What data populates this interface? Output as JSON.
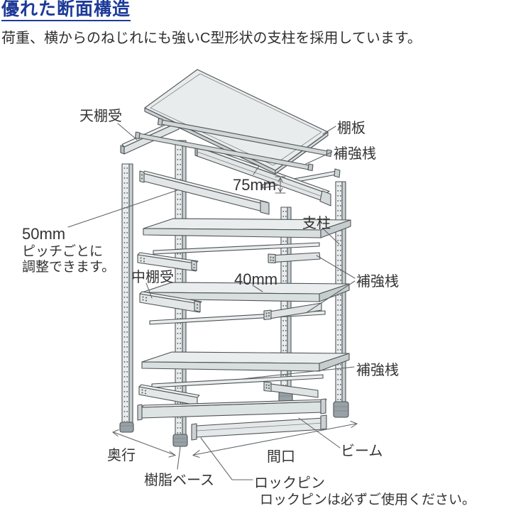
{
  "header": {
    "title": "優れた断面構造",
    "subtitle": "荷重、横からのねじれにも強いC型形状の支柱を採用しています。"
  },
  "colors": {
    "accent_blue": "#1e3a99",
    "label_text": "#333333",
    "outline": "#4e5356",
    "steel_light": "#e9eced",
    "steel_mid": "#d9dede",
    "steel_dark": "#c6cdce",
    "foot_gray": "#97a1a6"
  },
  "diagram": {
    "labels": {
      "top_shelf_support": "天棚受",
      "shelf_board": "棚板",
      "reinforce_rail_top": "補強桟",
      "dim_75": "75mm",
      "post": "支柱",
      "pitch_1": "50mm",
      "pitch_2": "ピッチごとに",
      "pitch_3": "調整できます。",
      "mid_shelf_support": "中棚受",
      "dim_40": "40mm",
      "reinforce_rail_mid": "補強桟",
      "reinforce_rail_low": "補強桟",
      "depth": "奥行",
      "resin_base": "樹脂ベース",
      "width": "間口",
      "beam": "ビーム",
      "lock_pin": "ロックピン",
      "lock_pin_note": "ロックピンは必ずご使用ください。"
    }
  }
}
